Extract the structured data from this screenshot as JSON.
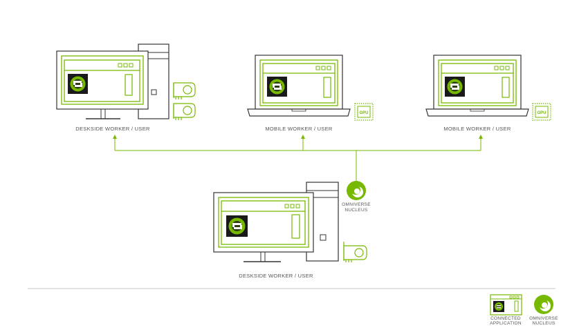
{
  "colors": {
    "accent": "#76b900",
    "device_outline": "#333333",
    "divider": "#c8c8c8",
    "label_text": "#555555",
    "app_icon_bg": "#1a1a1a"
  },
  "nodes": {
    "deskside_top_left": {
      "label": "DESKSIDE WORKER / USER"
    },
    "mobile_center": {
      "label": "MOBILE WORKER / USER",
      "chip_label": "GPU"
    },
    "mobile_right": {
      "label": "MOBILE WORKER / USER",
      "chip_label": "GPU"
    },
    "deskside_bottom": {
      "label": "DESKSIDE WORKER / USER"
    }
  },
  "nucleus": {
    "label_line1": "OMNIVERSE",
    "label_line2": "NUCLEUS",
    "icon": "omniverse-nucleus-icon"
  },
  "legend": {
    "connected_app": {
      "line1": "CONNECTED",
      "line2": "APPLICATION",
      "icon": "connected-application-icon"
    },
    "nucleus": {
      "line1": "OMNIVERSE",
      "line2": "NUCLEUS",
      "icon": "omniverse-nucleus-icon"
    }
  }
}
